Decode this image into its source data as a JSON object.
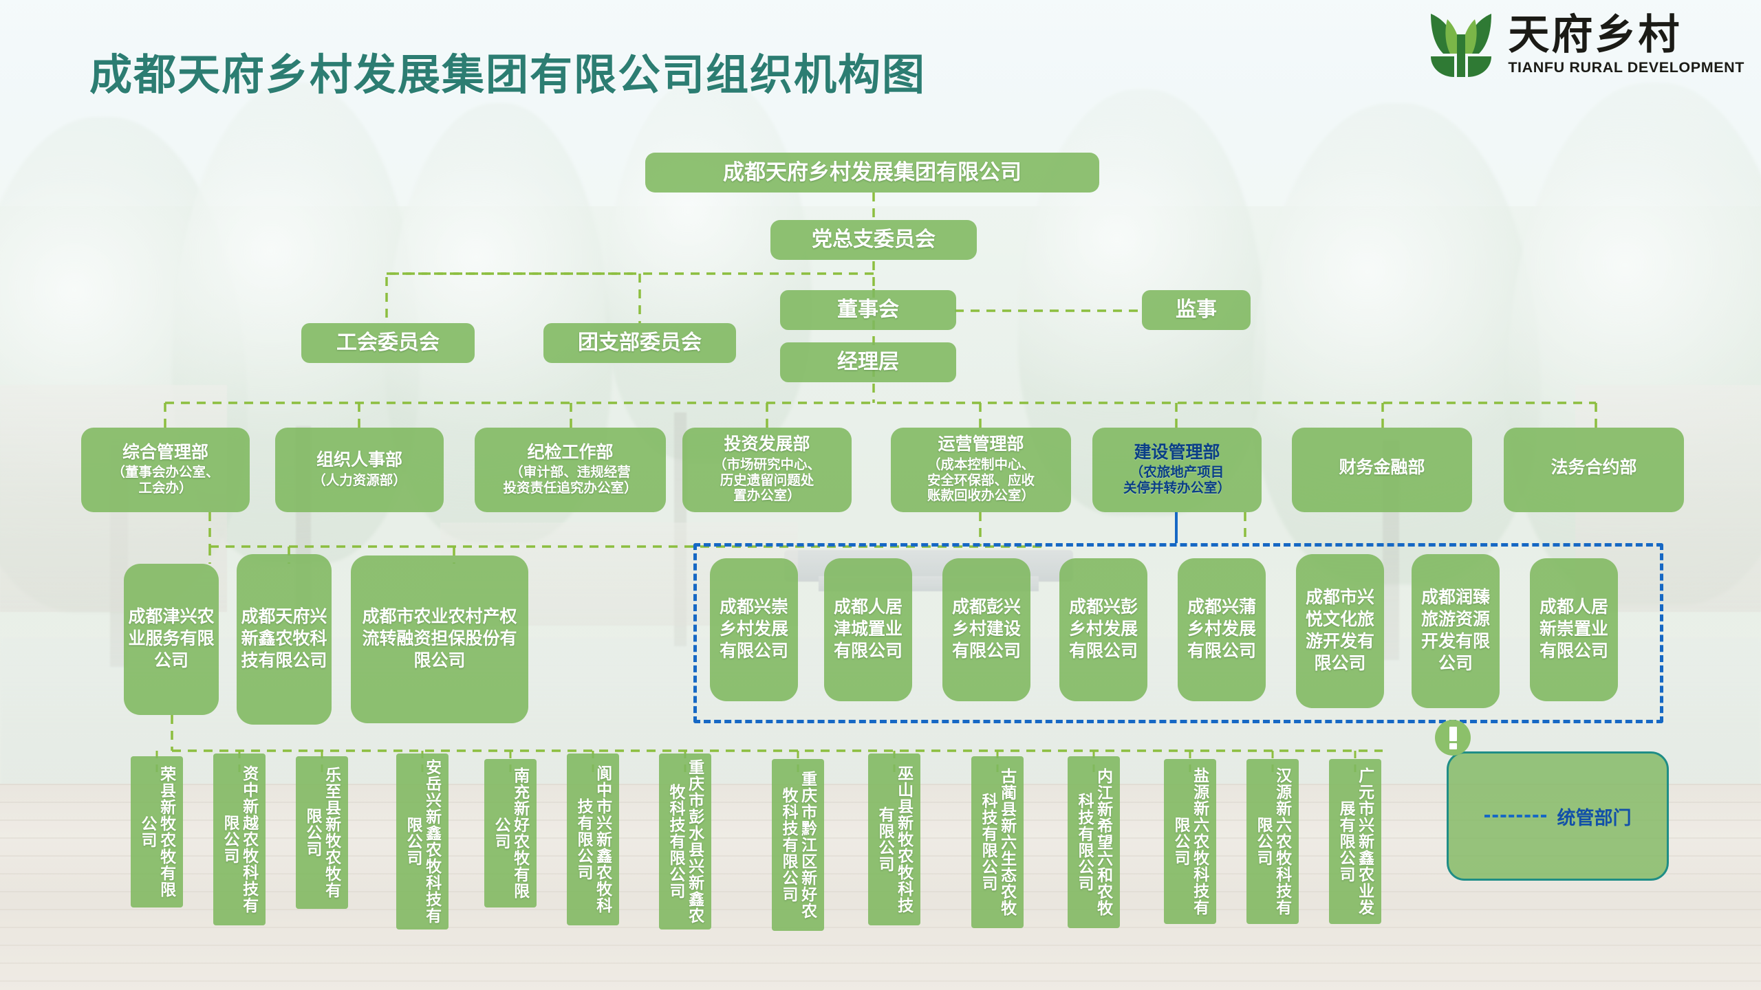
{
  "header": {
    "title": "成都天府乡村发展集团有限公司组织机构图",
    "logo_cn": "天府乡村",
    "logo_en": "TIANFU RURAL DEVELOPMENT",
    "logo_icon": "leaf-logo-icon"
  },
  "colors": {
    "title_green": "#2c7d72",
    "box_green": "#7fb860",
    "link_green": "#8cbe3f",
    "highlight_blue": "#0a3f86",
    "group_border_blue": "#1668c4",
    "legend_border_teal": "#1f8d86"
  },
  "chart_data": {
    "type": "diagram",
    "title": "成都天府乡村发展集团有限公司组织机构图",
    "root": "成都天府乡村发展集团有限公司"
  },
  "nodes": {
    "group": "成都天府乡村发展集团有限公司",
    "party_branch": "党总支委员会",
    "board": "董事会",
    "supervisor": "监事",
    "management": "经理层",
    "union_committee": "工会委员会",
    "youth_league_committee": "团支部委员会"
  },
  "departments": [
    {
      "name": "综合管理部",
      "sub": "（董事会办公室、\n工会办）",
      "highlight": false
    },
    {
      "name": "组织人事部",
      "sub": "（人力资源部）",
      "highlight": false
    },
    {
      "name": "纪检工作部",
      "sub": "（审计部、违规经营\n投资责任追究办公室）",
      "highlight": false
    },
    {
      "name": "投资发展部",
      "sub": "（市场研究中心、\n历史遗留问题处\n置办公室）",
      "highlight": false
    },
    {
      "name": "运营管理部",
      "sub": "（成本控制中心、\n安全环保部、应收\n账款回收办公室）",
      "highlight": false
    },
    {
      "name": "建设管理部",
      "sub": "（农旅地产项目\n关停并转办公室）",
      "highlight": true
    },
    {
      "name": "财务金融部",
      "sub": "",
      "highlight": false
    },
    {
      "name": "法务合约部",
      "sub": "",
      "highlight": false
    }
  ],
  "subsidiaries_left": [
    "成都津兴农业服务有限公司",
    "成都天府兴新鑫农牧科技有限公司",
    "成都市农业农村产权流转融资担保股份有限公司"
  ],
  "subsidiaries_grouped": [
    "成都兴崇乡村发展有限公司",
    "成都人居津城置业有限公司",
    "成都彭兴乡村建设有限公司",
    "成都兴彭乡村发展有限公司",
    "成都兴蒲乡村发展有限公司",
    "成都市兴悦文化旅游开发有限公司",
    "成都润臻旅游资源开发有限公司",
    "成都人居新崇置业有限公司"
  ],
  "bottom_companies": [
    "荣县新牧农牧有限公司",
    "资中新越农牧科技有限公司",
    "乐至县新牧农牧有限公司",
    "安岳兴新鑫农牧科技有限公司",
    "南充新好农牧有限公司",
    "阆中市兴新鑫农牧科技有限公司",
    "重庆市彭水县兴新鑫农牧科技有限公司",
    "重庆市黔江区新好农牧科技有限公司",
    "巫山县新牧农牧科技有限公司",
    "古蔺县新六生态农牧科技有限公司",
    "内江新希望六和农牧科技有限公司",
    "盐源新六农牧科技有限公司",
    "汉源新六农牧科技有限公司",
    "广元市兴新鑫农业发展有限公司"
  ],
  "legend": {
    "label": "统管部门",
    "icon": "exclamation-circle-icon",
    "line_style": "dashed"
  }
}
